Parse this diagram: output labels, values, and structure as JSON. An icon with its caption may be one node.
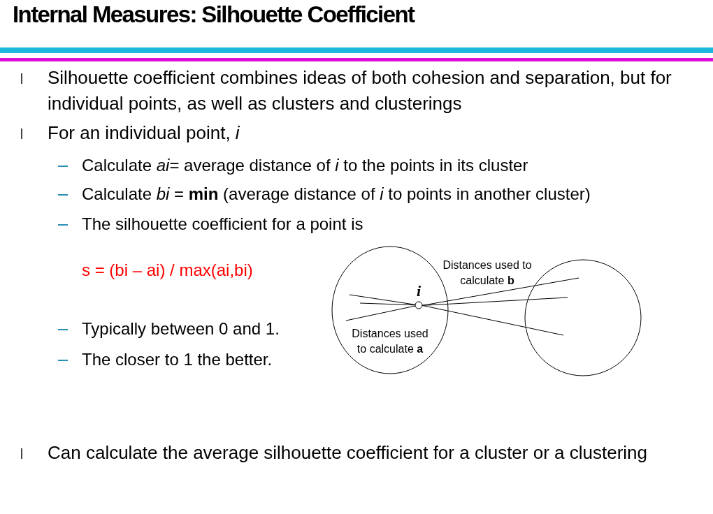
{
  "diagram": {
    "title": "Internal Measures: Silhouette Coefficient",
    "nodes": [
      {
        "text": [
          "Distances used to calculate **a**"
        ]
      },
      {
        "text": [],
        "shape": "circle",
        "in": 0,
        "beside": [
          "i"
        ]
      },
      {
        "text": [],
        "shape": "circle"
      }
    ],
    "edges": [
      {
        "from": 1,
        "to": null,
        "arrow": "none"
      },
      {
        "from": 1,
        "to": null,
        "arrow": "none"
      },
      {
        "from": 1,
        "to": null,
        "arrow": "none"
      },
      {
        "from": 1,
        "to": 2,
        "arrow": "none"
      },
      {
        "from": 1,
        "to": 2,
        "arrow": "none"
      },
      {
        "from": 1,
        "to": 2,
        "arrow": "none"
      }
    ],
    "labels": [
      "Silhouette coefficient combines ideas of both cohesion and separation, but for individual points, as well as clusters and clusterings",
      "For an individual point, *i*",
      "Calculate *ai*= average distance of *i* to the points in its cluster",
      "Calculate *bi* = **min** (average distance of *i*  to points in another cluster)",
      "The silhouette coefficient for a point is",
      "s = (bi – ai) / max(ai,bi)",
      "Distances used to calculate **b**",
      "Typically between 0 and 1.",
      "The closer to 1 the better.",
      "Can calculate the average silhouette coefficient for a cluster or a clustering"
    ]
  }
}
